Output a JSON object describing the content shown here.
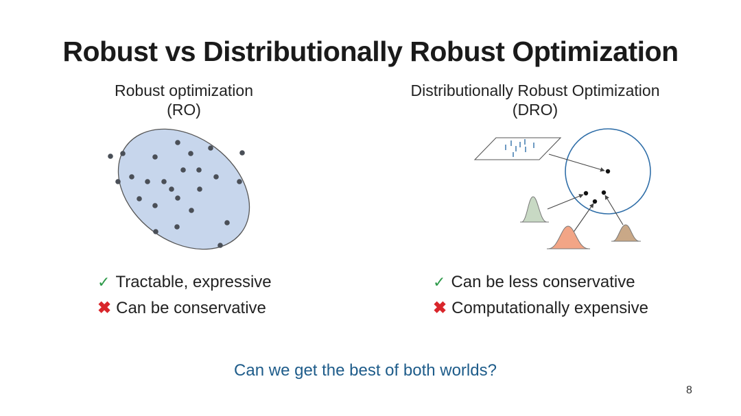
{
  "slide": {
    "title": "Robust vs Distributionally Robust Optimization",
    "left": {
      "heading_line1": "Robust optimization",
      "heading_line2": "(RO)",
      "pro": "Tractable, expressive",
      "con": "Can be conservative"
    },
    "right": {
      "heading_line1": "Distributionally Robust Optimization",
      "heading_line2": "(DRO)",
      "pro": "Can be less conservative",
      "con": "Computationally expensive"
    },
    "question": "Can we get the best of both worlds?",
    "page_number": "8"
  },
  "icons": {
    "check": "check-icon",
    "cross": "cross-icon"
  },
  "colors": {
    "ellipse_fill": "#c7d6ec",
    "circle_stroke": "#2f6ea8",
    "dist_green": "#c8d9c4",
    "dist_orange": "#f2a586",
    "dist_tan": "#c9a887",
    "question": "#1e5c8a",
    "check": "#2e9a4a",
    "cross": "#d9262b"
  }
}
